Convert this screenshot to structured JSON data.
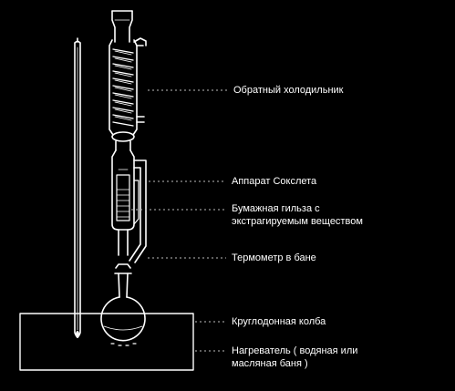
{
  "labels": {
    "condenser": "Обратный холодильник",
    "soxhlet": "Аппарат Сокслета",
    "thimble_line1": "Бумажная гильза с",
    "thimble_line2": "экстрагируемым веществом",
    "thermometer": "Термометр в бане",
    "flask": "Круглодонная колба",
    "heater_line1": "Нагреватель ( водяная или",
    "heater_line2": "масляная баня )"
  },
  "colors": {
    "background": "#000000",
    "stroke": "#ffffff",
    "text": "#ffffff",
    "leader": "#bbbbbb"
  }
}
